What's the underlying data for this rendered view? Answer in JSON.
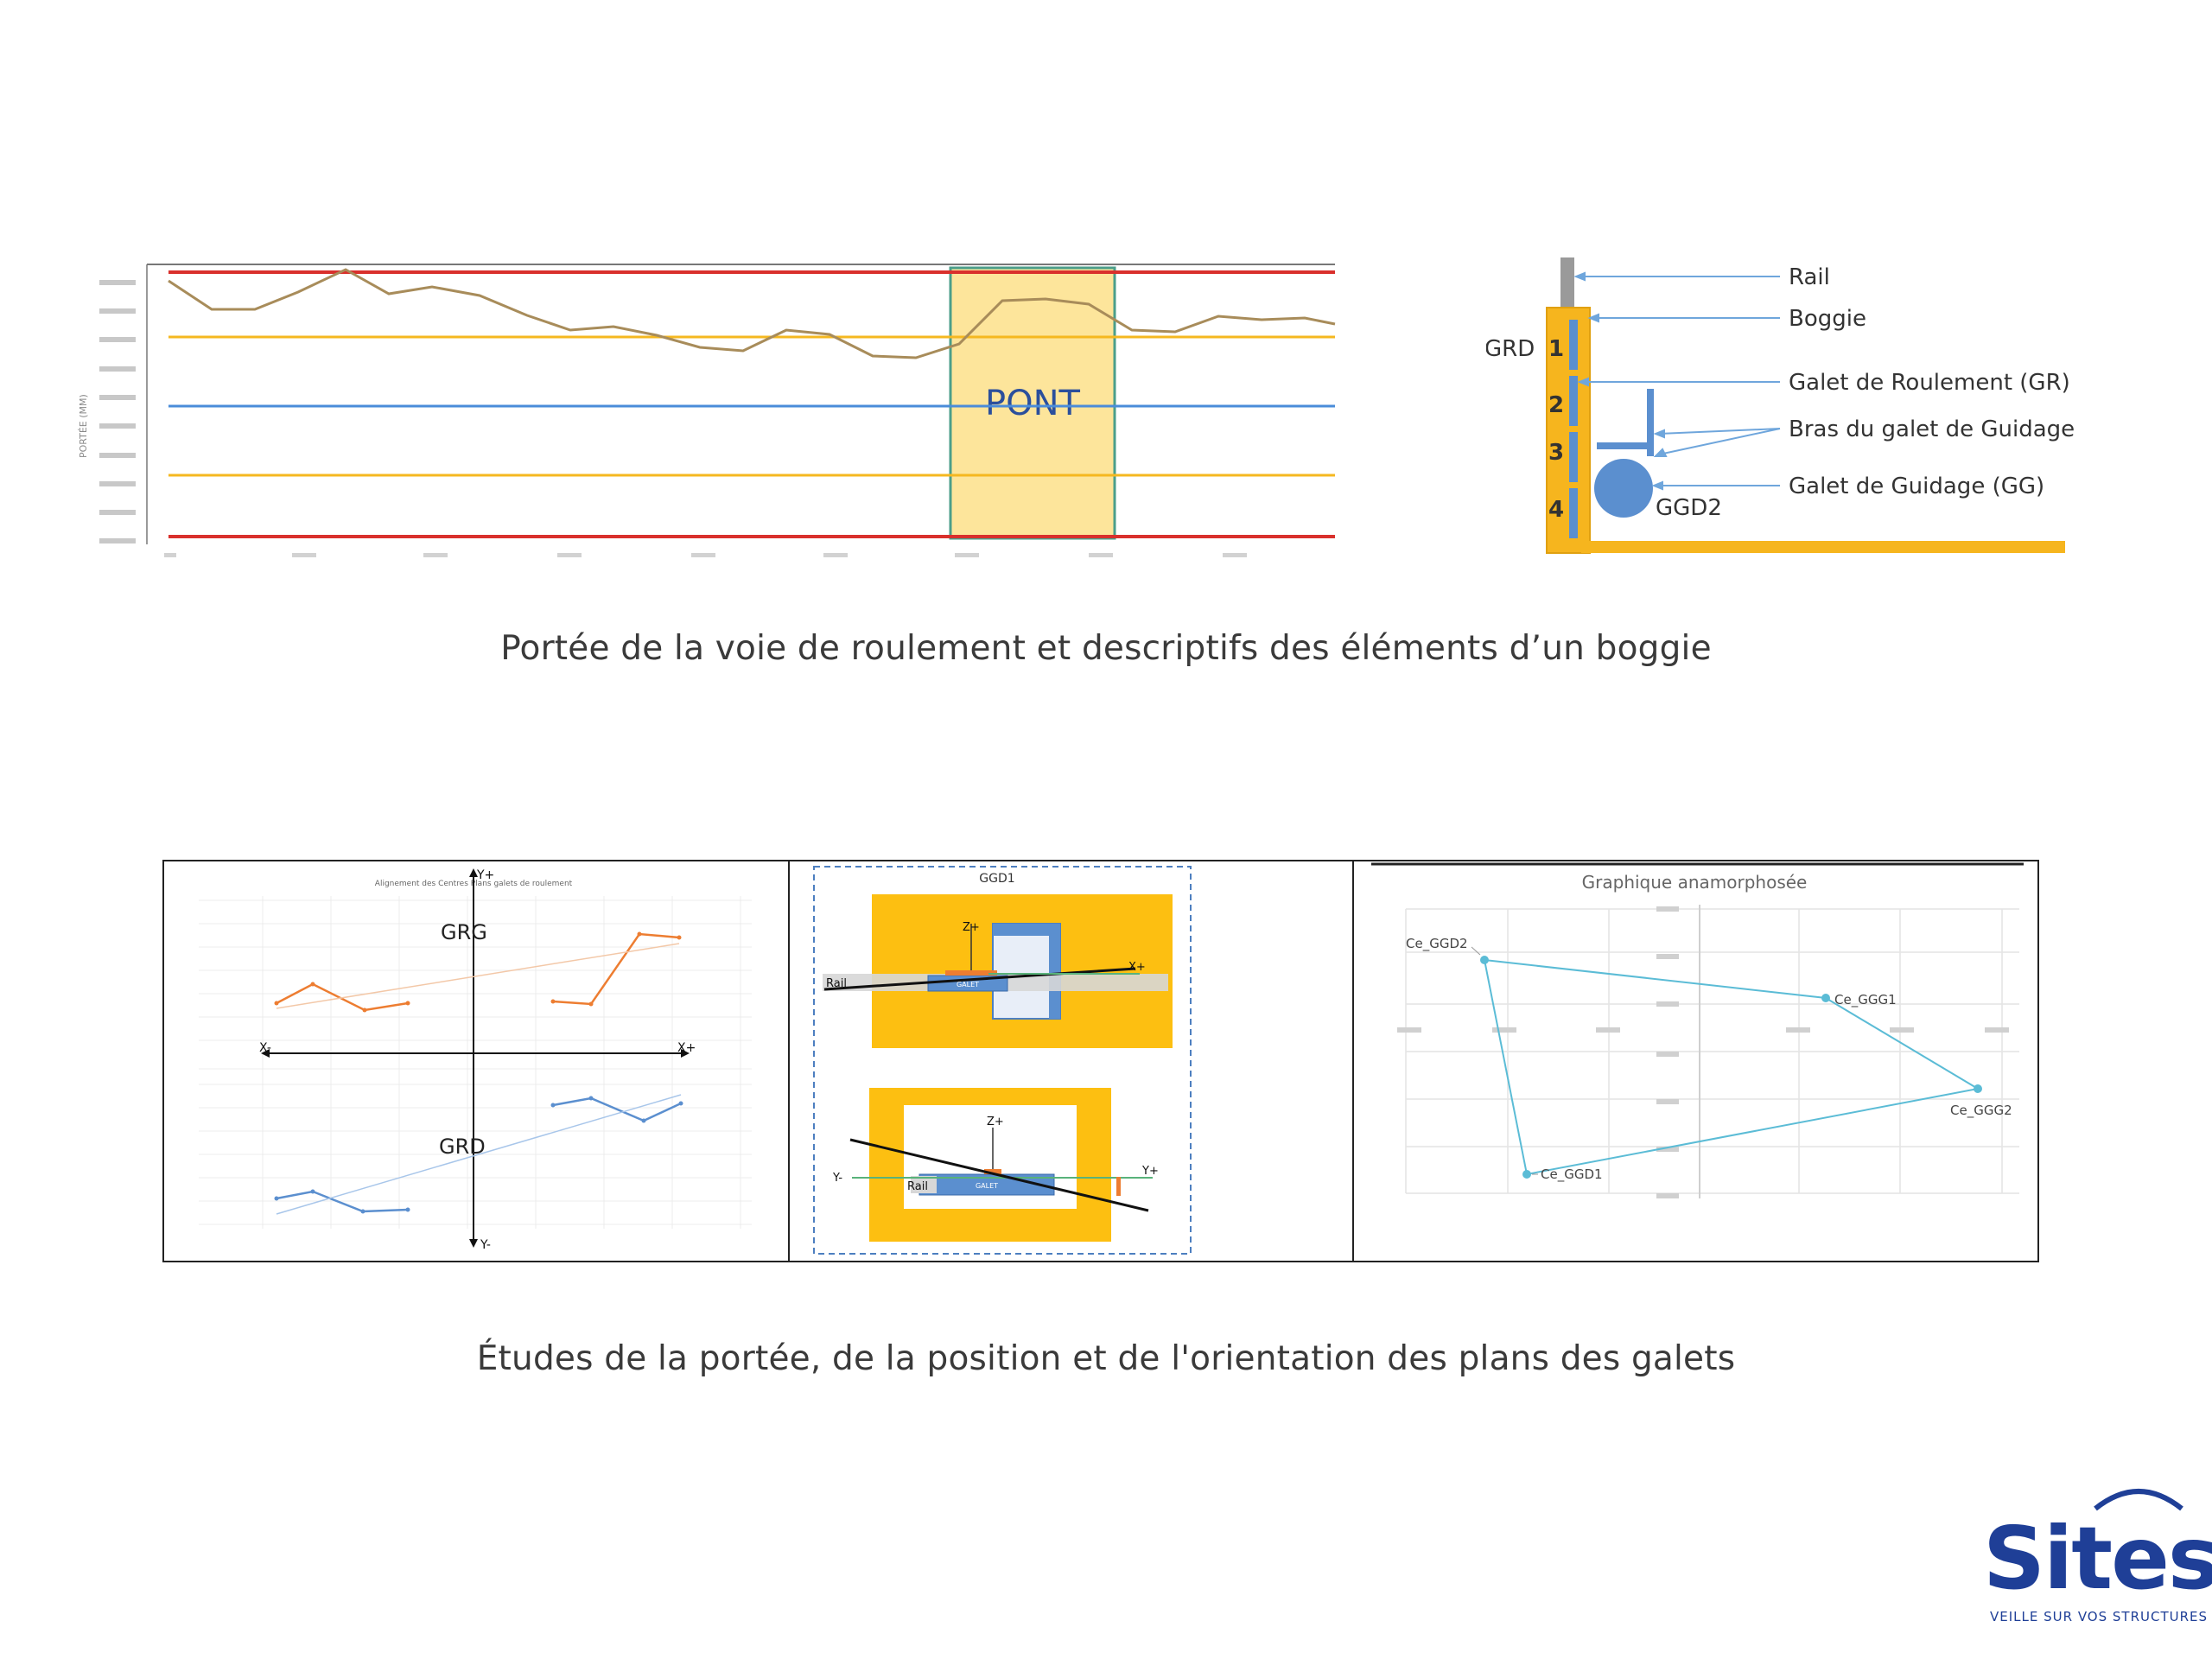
{
  "top_chart": {
    "ylabel": "PORTÉE (MM)",
    "bridge_label": "PONT",
    "colors": {
      "limit": "#d9302c",
      "tolerance": "#f5b820",
      "nominal": "#4a8cd9",
      "data": "#a88c5a",
      "bridge_fill": "#fde59b",
      "bridge_border": "#4b9e8a"
    }
  },
  "boggie_diagram": {
    "grd_label": "GRD",
    "numbers": [
      "1",
      "2",
      "3",
      "4"
    ],
    "ggd_label": "GGD2",
    "callouts": [
      "Rail",
      "Boggie",
      "Galet de Roulement (GR)",
      "Bras du galet de Guidage",
      "Galet de Guidage (GG)"
    ]
  },
  "caption_top": "Portée de la voie de roulement et descriptifs des éléments d’un boggie",
  "panel_left": {
    "title": "Alignement des Centres Plans galets de roulement",
    "y_plus": "Y+",
    "y_minus": "Y-",
    "x_minus": "X-",
    "x_plus": "X+",
    "grg": "GRG",
    "grd": "GRD"
  },
  "panel_middle": {
    "title": "GGD1",
    "z_plus_top": "Z+",
    "x_plus": "X+",
    "rail_top": "Rail",
    "galet_top": "GALET",
    "z_plus_bottom": "Z+",
    "y_minus": "Y-",
    "y_plus": "Y+",
    "rail_bottom": "Rail",
    "galet_bottom": "GALET"
  },
  "panel_right": {
    "title": "Graphique anamorphosée",
    "points": [
      {
        "label": "Ce_GGD2"
      },
      {
        "label": "Ce_GGG1"
      },
      {
        "label": "Ce_GGG2"
      },
      {
        "label": "Ce_GGD1"
      }
    ],
    "line_color": "#5bbcd6"
  },
  "caption_bottom": "Études de la portée, de la position et de l'orientation des plans des galets",
  "logo": {
    "name": "Sites",
    "tagline": "VEILLE SUR VOS STRUCTURES"
  }
}
